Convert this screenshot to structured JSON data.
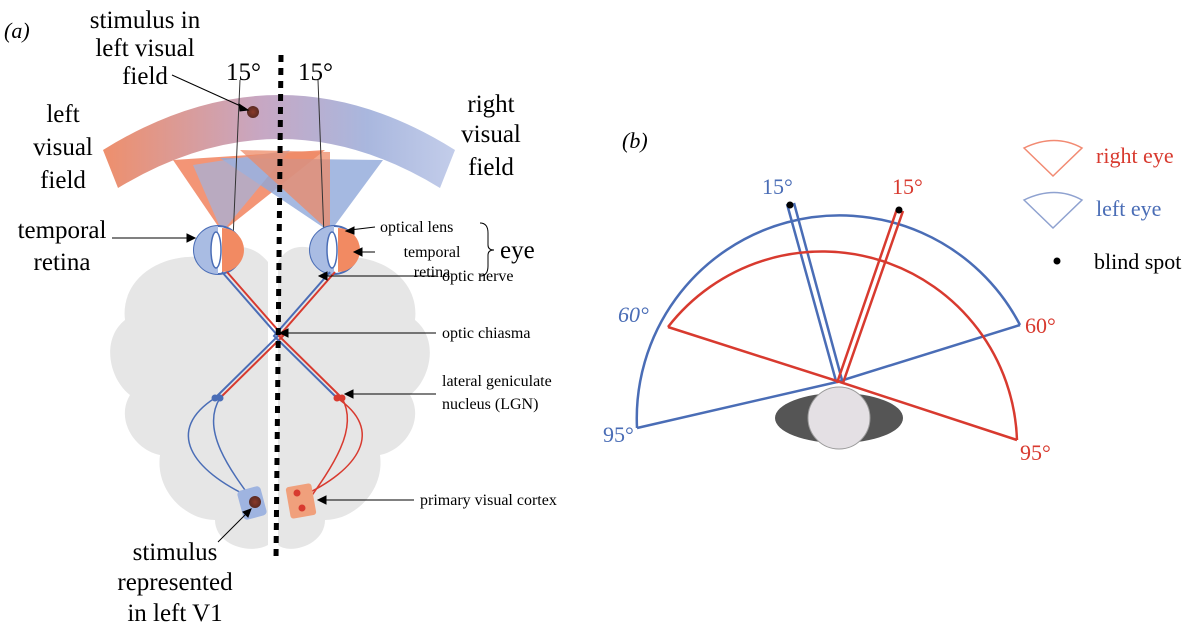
{
  "panel_a": {
    "label": "(a)",
    "stimulus_label": [
      "stimulus in",
      "left visual",
      "field"
    ],
    "angle_left": "15°",
    "angle_right": "15°",
    "left_field_label": [
      "left",
      "visual",
      "field"
    ],
    "right_field_label": [
      "right",
      "visual",
      "field"
    ],
    "temporal_retina_left": [
      "temporal",
      "retina"
    ],
    "optical_lens": "optical lens",
    "temporal_retina_right": [
      "temporal",
      "retina"
    ],
    "eye": "eye",
    "optic_nerve": "optic nerve",
    "optic_chiasma": "optic chiasma",
    "lgn": [
      "lateral geniculate",
      "nucleus (LGN)"
    ],
    "v1": "primary visual cortex",
    "stimulus_v1": [
      "stimulus",
      "represented",
      "in left V1"
    ]
  },
  "panel_b": {
    "label": "(b)",
    "angle_15_blue": "15°",
    "angle_15_red": "15°",
    "angle_60_blue": "60°",
    "angle_60_red": "60°",
    "angle_95_blue": "95°",
    "angle_95_red": "95°",
    "legend": {
      "right_eye": "right eye",
      "left_eye": "left eye",
      "blind_spot": "blind spot"
    }
  },
  "colors": {
    "left_eye_blue": "#4a6db6",
    "right_eye_red": "#d83a2f",
    "brain_grey": "#e6e6e6",
    "head_dark": "#555555"
  }
}
